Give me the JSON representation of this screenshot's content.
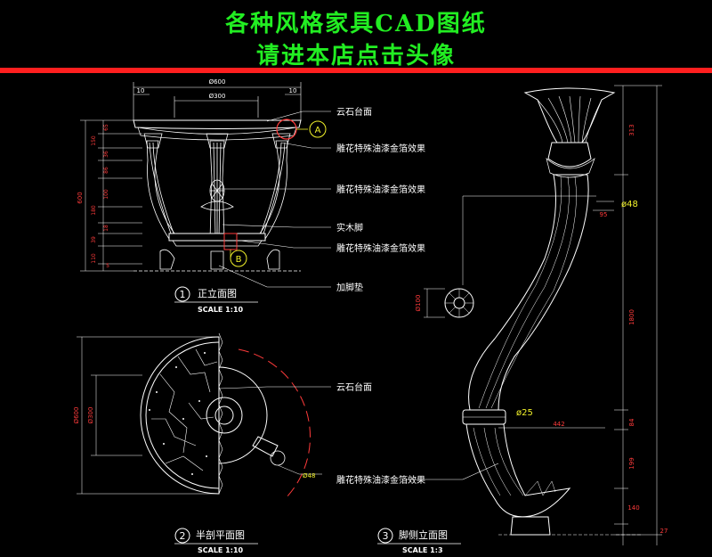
{
  "header": {
    "title_line1": "各种风格家具CAD图纸",
    "title_line2": "请进本店点击头像"
  },
  "colors": {
    "background": "#000000",
    "title_green": "#22ee22",
    "bar_red": "#ff1f1f",
    "line_white": "#ffffff",
    "dim_red": "#ff3b3b",
    "note_yellow": "#f2f22a",
    "gray": "#9a9a9a"
  },
  "front_view": {
    "dim_overall": "Ø600",
    "dim_inner": "Ø300",
    "dim_left_offset": "10",
    "dim_right_offset": "10",
    "heights": [
      "150",
      "65",
      "36",
      "86",
      "180",
      "100",
      "18",
      "39",
      "110",
      "5"
    ],
    "total_height": "600",
    "callout_a": "A",
    "callout_b": "B",
    "labels": [
      "云石台面",
      "雕花特殊油漆金箔效果",
      "雕花特殊油漆金箔效果",
      "实木脚",
      "雕花特殊油漆金箔效果",
      "加脚垫"
    ],
    "view_number": "1",
    "view_title": "正立面图",
    "view_scale": "SCALE 1:10"
  },
  "plan_view": {
    "dim_outer": "Ø600",
    "dim_inner": "Ø300",
    "dim_leg": "Ø48",
    "label": "云石台面",
    "view_number": "2",
    "view_title": "半剖平面图",
    "view_scale": "SCALE 1:10"
  },
  "side_view": {
    "dim_diameter_48": "ø48",
    "dim_diameter_25": "ø25",
    "dim_95": "95",
    "dim_442": "442",
    "dim_rosette": "Ø100",
    "heights": [
      "313",
      "1800",
      "84",
      "199",
      "140",
      "27"
    ],
    "label": "雕花特殊油漆金箔效果",
    "view_number": "3",
    "view_title": "脚侧立面图",
    "view_scale": "SCALE 1:3"
  }
}
